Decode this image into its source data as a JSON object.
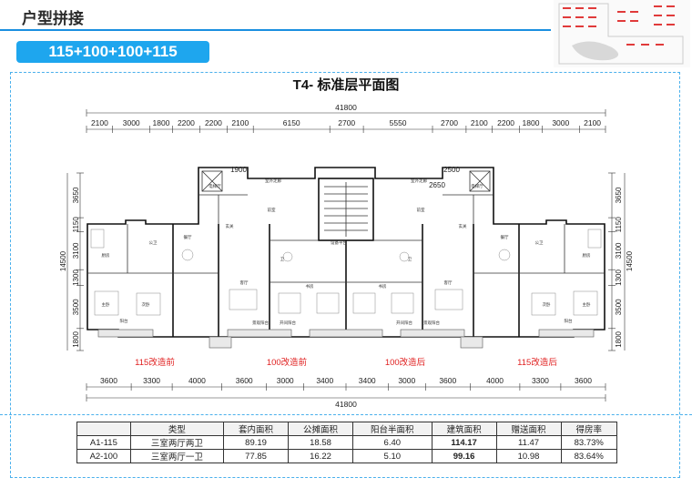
{
  "header": {
    "title": "户型拼接",
    "tag": "115+100+100+115"
  },
  "plan": {
    "title": "T4- 标准层平面图",
    "total_width": "41800",
    "total_depth": "14500",
    "top_dims": [
      "2100",
      "3000",
      "1800",
      "2200",
      "2200",
      "2100",
      "6150",
      "2700",
      "5550",
      "2700",
      "2100",
      "2200",
      "1800",
      "3000",
      "2100"
    ],
    "bottom_dims": [
      "3600",
      "3300",
      "4000",
      "3600",
      "3000",
      "3400",
      "3400",
      "3000",
      "3600",
      "4000",
      "3300",
      "3600"
    ],
    "side_dims_upper": [
      "3650",
      "1150",
      "3100",
      "1300",
      "3500",
      "1800"
    ],
    "elevator_dims": [
      "1900",
      "2500",
      "2650"
    ],
    "unit_labels": [
      "115改造前",
      "100改造前",
      "100改造后",
      "115改造后"
    ],
    "room_names": [
      "主卧",
      "卫",
      "客厅",
      "餐厅",
      "厨房",
      "次卧",
      "玄关",
      "电梯厅",
      "前室",
      "设备平台",
      "公卫",
      "阳台",
      "书房",
      "景观阳台",
      "开间阳台",
      "室外走廊"
    ]
  },
  "table": {
    "headers": [
      "",
      "类型",
      "套内面积",
      "公摊面积",
      "阳台半面积",
      "建筑面积",
      "赠送面积",
      "得房率"
    ],
    "rows": [
      [
        "A1-115",
        "三室两厅两卫",
        "89.19",
        "18.58",
        "6.40",
        "114.17",
        "11.47",
        "83.73%"
      ],
      [
        "A2-100",
        "三室两厅一卫",
        "77.85",
        "16.22",
        "5.10",
        "99.16",
        "10.98",
        "83.64%"
      ]
    ]
  }
}
